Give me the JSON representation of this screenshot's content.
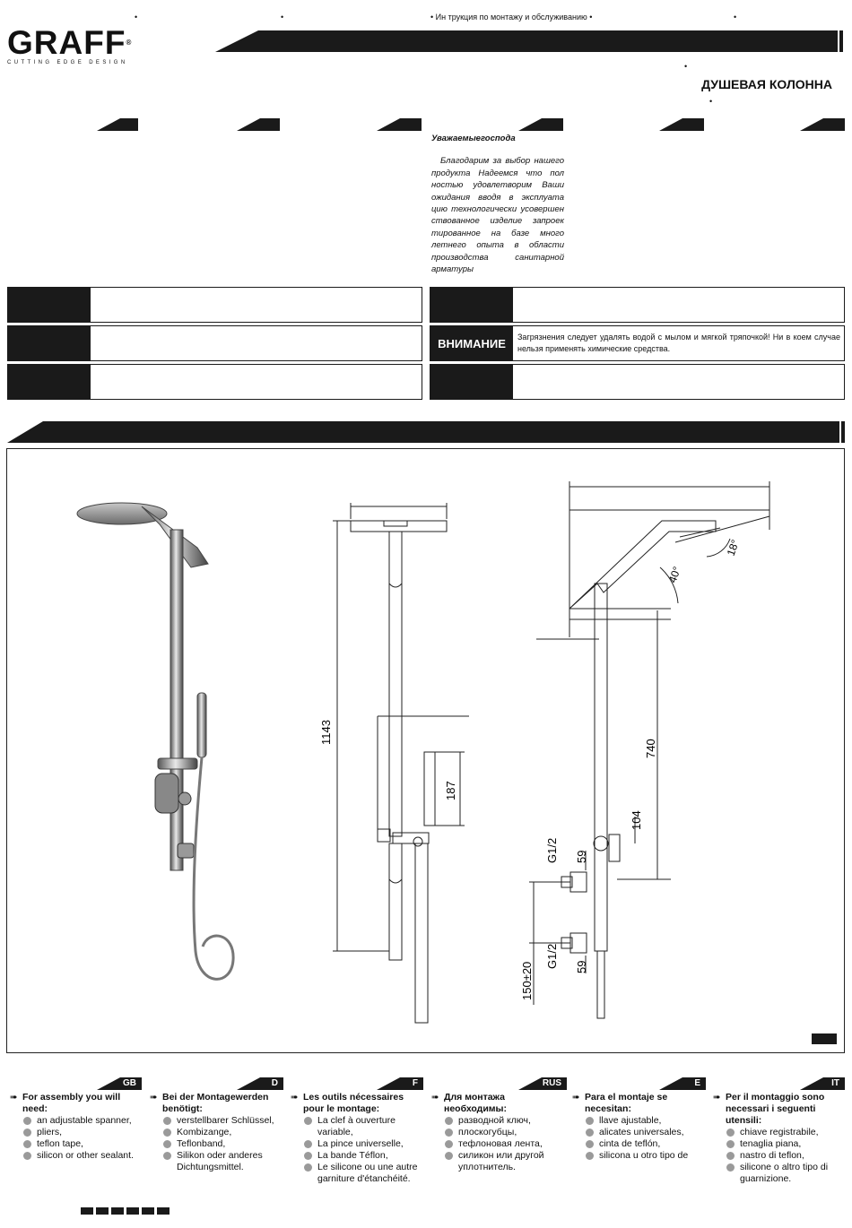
{
  "header": {
    "brand": "GRAFF",
    "tagline": "CUTTING EDGE DESIGN",
    "registered_mark": "®",
    "bullet": "•",
    "instruction_title": "• Ин трукция по монтажу и обслуживанию •",
    "product_title": "ДУШЕВАЯ КОЛОННА"
  },
  "intro": {
    "greeting": "Уважаемыегосподa",
    "body": "Благодарим за выбор нашего продукта Надеемся что пол ностью удовлетворим Ваши ожидания вводя в эксплуата цию технологически усовершен ствованное изделие запроек тированное на базе много летнего опыта в области производства санитарной арматуры"
  },
  "care_boxes": {
    "attention_label": "ВНИМАНИЕ",
    "attention_text": "Загрязнения следует удалять водой с мылом и мягкой тряпочкой! Ни в коем случае нельзя применять химические средства."
  },
  "dimensions": {
    "height_total": "1143",
    "handshower_length": "187",
    "riser_height": "740",
    "angle_arm": "40°",
    "angle_head": "18°",
    "offset_valve": "104",
    "thread_upper": "G1/2",
    "thread_lower": "G1/2",
    "spacing_upper": "59",
    "spacing_lower": "59",
    "inlet_spacing": "150±20"
  },
  "tools": {
    "gb": {
      "tab": "GB",
      "head": "For assembly you will need:",
      "items": [
        "an adjustable spanner,",
        "pliers,",
        "teflon tape,",
        "silicon or other sealant."
      ]
    },
    "de": {
      "tab": "D",
      "head": "Bei der Montagewerden benötigt:",
      "items": [
        "verstellbarer Schlüssel,",
        "Kombizange,",
        "Teflonband,",
        "Silikon oder anderes Dichtungsmittel."
      ]
    },
    "fr": {
      "tab": "F",
      "head": "Les outils nécessaires pour le montage:",
      "items": [
        "La clef à ouverture variable,",
        "La pince universelle,",
        "La bande Téflon,",
        "Le silicone ou une autre garniture d'étanchéité."
      ]
    },
    "ru": {
      "tab": "RUS",
      "head": "Для монтажа необходимы:",
      "items": [
        "разводной ключ,",
        "плоскогубцы,",
        "тефлоновая лента,",
        "силикон или другой уплотнитель."
      ]
    },
    "es": {
      "tab": "E",
      "head": "Para el montaje se necesitan:",
      "items": [
        "llave ajustable,",
        "alicates universales,",
        "cinta de teflón,",
        "silicona u otro tipo de"
      ]
    },
    "it": {
      "tab": "IT",
      "head": "Per il montaggio sono necessari i seguenti utensili:",
      "items": [
        "chiave registrabile,",
        "tenaglia piana,",
        "nastro di teflon,",
        "silicone o altro tipo di guarnizione."
      ]
    }
  }
}
